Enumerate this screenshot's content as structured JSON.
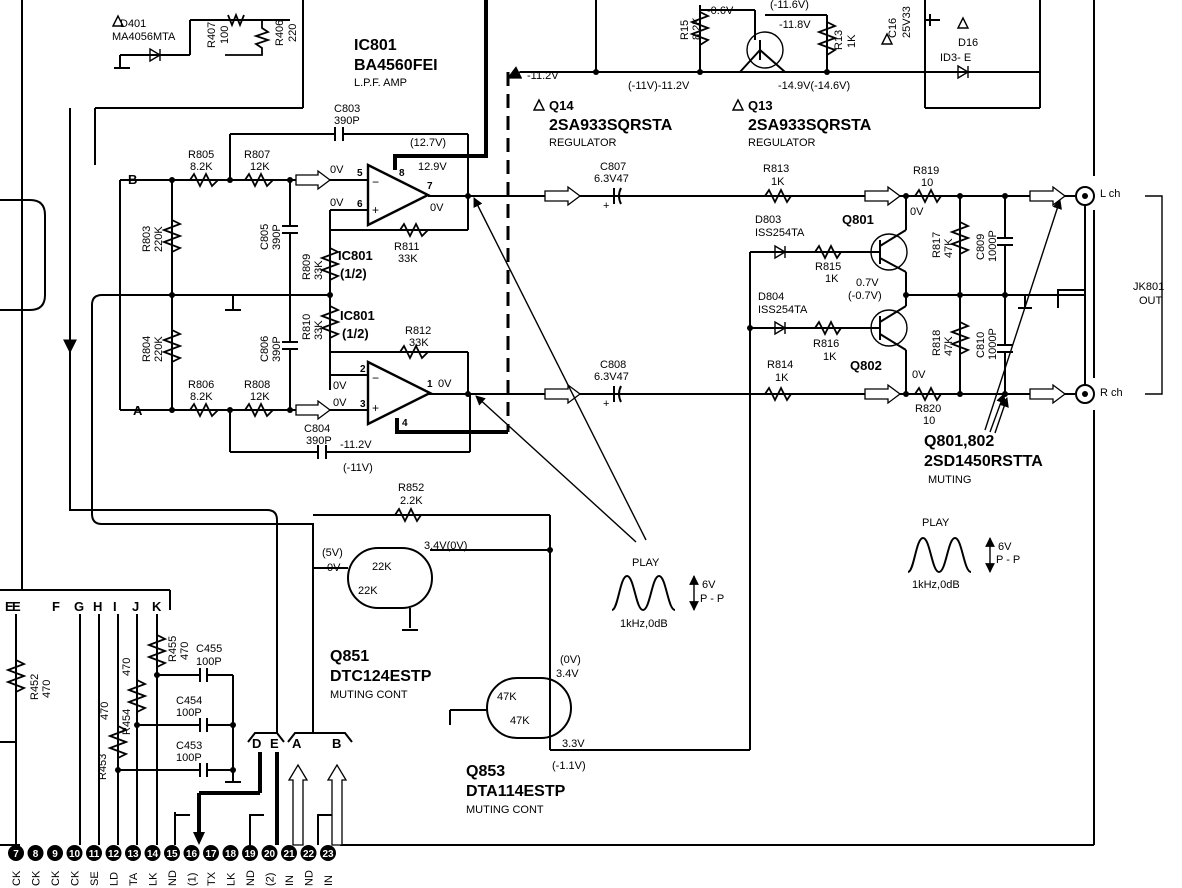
{
  "title_ic801": "IC801",
  "ic801_part": "BA4560FEI",
  "ic801_func": "L.P.F. AMP",
  "d401": {
    "ref": "D401",
    "part": "MA4056MTA"
  },
  "r407": {
    "ref": "R407",
    "value": "100"
  },
  "r406": {
    "ref": "R406",
    "value": "220"
  },
  "r15": {
    "ref": "R15",
    "value": "8.2K"
  },
  "r13": {
    "ref": "R13",
    "value": "1K"
  },
  "c16": {
    "ref": "C16",
    "value": "25V33"
  },
  "d16": {
    "ref": "D16",
    "part": "ID3- E"
  },
  "q14": {
    "ref": "Q14",
    "part": "2SA933SQRSTA",
    "func": "REGULATOR"
  },
  "q13": {
    "ref": "Q13",
    "part": "2SA933SQRSTA",
    "func": "REGULATOR"
  },
  "voltages_top": {
    "v_minus06": "-0.6V",
    "v_minus116": "(-11.6V)",
    "v_minus118": "-11.8V",
    "v_minus112_left": "-11.2V",
    "v_minus11_pair": "(-11V)-11.2V",
    "v_minus149": "-14.9V(-14.6V)"
  },
  "c803": {
    "ref": "C803",
    "value": "390P"
  },
  "c805": {
    "ref": "C805",
    "value": "390P"
  },
  "c806": {
    "ref": "C806",
    "value": "390P"
  },
  "c804": {
    "ref": "C804",
    "value": "390P"
  },
  "r805": {
    "ref": "R805",
    "value": "8.2K"
  },
  "r807": {
    "ref": "R807",
    "value": "12K"
  },
  "r803": {
    "ref": "R803",
    "value": "220K"
  },
  "r804": {
    "ref": "R804",
    "value": "220K"
  },
  "r806": {
    "ref": "R806",
    "value": "8.2K"
  },
  "r808": {
    "ref": "R808",
    "value": "12K"
  },
  "r809": {
    "ref": "R809",
    "value": "33K"
  },
  "r810": {
    "ref": "R810",
    "value": "33K"
  },
  "r811": {
    "ref": "R811",
    "value": "33K"
  },
  "r812": {
    "ref": "R812",
    "value": "33K"
  },
  "ic_half_a": {
    "ref": "IC801",
    "unit": "(1/2)"
  },
  "ic_half_b": {
    "ref": "IC801",
    "unit": "(1/2)"
  },
  "opamp_voltages": {
    "v127": "(12.7V)",
    "v129": "12.9V",
    "pin5": "0V",
    "pin6": "0V",
    "pin7": "0V",
    "pin2": "0V",
    "pin3": "0V",
    "pin1": "0V",
    "vneg112": "-11.2V",
    "vneg11": "(-11V)"
  },
  "pin_numbers": {
    "p5": "5",
    "p6": "6",
    "p7": "7",
    "p8": "8",
    "p2": "2",
    "p3": "3",
    "p1": "1",
    "p4": "4"
  },
  "node_b": "B",
  "node_a": "A",
  "c807": {
    "ref": "C807",
    "value": "6.3V47"
  },
  "c808": {
    "ref": "C808",
    "value": "6.3V47"
  },
  "r813": {
    "ref": "R813",
    "value": "1K"
  },
  "r814": {
    "ref": "R814",
    "value": "1K"
  },
  "r819": {
    "ref": "R819",
    "value": "10"
  },
  "r820": {
    "ref": "R820",
    "value": "10"
  },
  "r815": {
    "ref": "R815",
    "value": "1K"
  },
  "r816": {
    "ref": "R816",
    "value": "1K"
  },
  "r817": {
    "ref": "R817",
    "value": "47K"
  },
  "r818": {
    "ref": "R818",
    "value": "47K"
  },
  "c809": {
    "ref": "C809",
    "value": "1000P"
  },
  "c810": {
    "ref": "C810",
    "value": "1000P"
  },
  "d803": {
    "ref": "D803",
    "part": "ISS254TA"
  },
  "d804": {
    "ref": "D804",
    "part": "ISS254TA"
  },
  "q801": {
    "ref": "Q801"
  },
  "q802": {
    "ref": "Q802"
  },
  "q801_802": {
    "ref": "Q801,802",
    "part": "2SD1450RSTTA",
    "func": "MUTING"
  },
  "q_voltages": {
    "v07": "0.7V",
    "v_neg07": "(-0.7V)",
    "v0_top": "0V",
    "v0_bot": "0V"
  },
  "jk801": {
    "ref": "JK801",
    "func": "OUT",
    "lch": "L ch",
    "rch": "R ch"
  },
  "play_left": {
    "label": "PLAY",
    "amp": "6V",
    "pp": "P - P",
    "freq": "1kHz,0dB"
  },
  "play_right": {
    "label": "PLAY",
    "amp": "6V",
    "pp": "P - P",
    "freq": "1kHz,0dB"
  },
  "r852": {
    "ref": "R852",
    "value": "2.2K"
  },
  "q851": {
    "ref": "Q851",
    "part": "DTC124ESTP",
    "func": "MUTING CONT",
    "r1": "22K",
    "r2": "22K",
    "v5": "(5V)",
    "v0": "0V",
    "vc": "3.4V(0V)"
  },
  "q853": {
    "ref": "Q853",
    "part": "DTA114ESTP",
    "func": "MUTING CONT",
    "r1": "47K",
    "r2": "47K",
    "v0": "(0V)",
    "v34": "3.4V",
    "v33": "3.3V",
    "v11": "(-1.1V)"
  },
  "bottom_letters": [
    "E",
    "F",
    "G",
    "H",
    "I",
    "J",
    "K"
  ],
  "bottom_letter_first": "E",
  "r452": {
    "ref": "R452",
    "value": "470"
  },
  "r453": {
    "ref": "R453",
    "value": "470"
  },
  "r454": {
    "ref": "R454",
    "value": "470"
  },
  "r455": {
    "ref": "R455",
    "value": "470"
  },
  "c455": {
    "ref": "C455",
    "value": "100P"
  },
  "c454": {
    "ref": "C454",
    "value": "100P"
  },
  "c453": {
    "ref": "C453",
    "value": "100P"
  },
  "connector_letters": {
    "d": "D",
    "e": "E",
    "a": "A",
    "b": "B"
  },
  "pin_labels": [
    "CK",
    "CK",
    "CK",
    "CK",
    "SE",
    "LD",
    "TA",
    "LK",
    "ND",
    "(1)",
    "TX",
    "LK",
    "ND",
    "(2)",
    "IN",
    "ND",
    "IN"
  ],
  "pin_nums": [
    "7",
    "8",
    "9",
    "10",
    "11",
    "12",
    "13",
    "14",
    "15",
    "16",
    "17",
    "18",
    "19",
    "20",
    "21",
    "22",
    "23"
  ]
}
